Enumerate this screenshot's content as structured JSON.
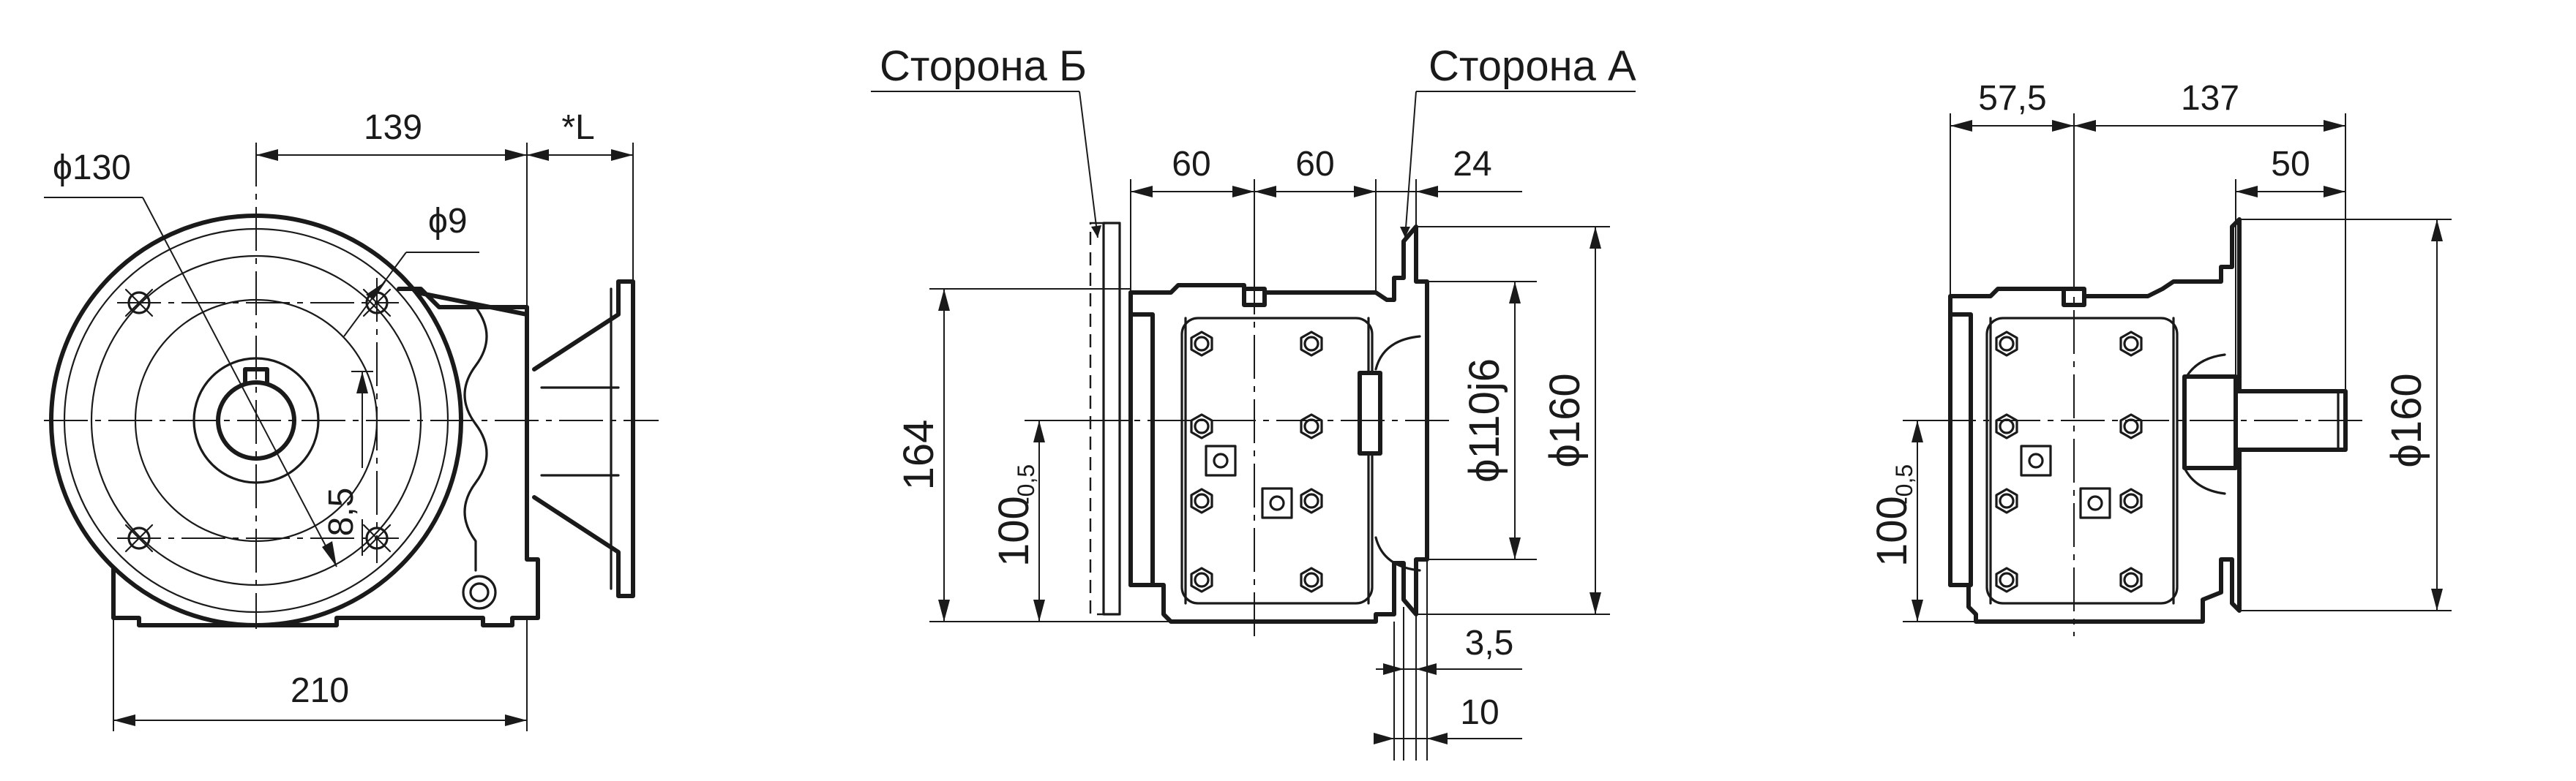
{
  "figure": {
    "front_view": {
      "dim_phi130": "ϕ130",
      "dim_139": "139",
      "dim_L": "*L",
      "dim_phi9": "ϕ9",
      "dim_8_5": "8,5",
      "dim_210": "210"
    },
    "side_view": {
      "label_side_b": "Сторона Б",
      "label_side_a": "Сторона А",
      "dim_60_left": "60",
      "dim_60_right": "60",
      "dim_24": "24",
      "dim_164": "164",
      "dim_100_main": "100",
      "dim_100_sub": "-0,5",
      "dim_phi110": "ϕ110j6",
      "dim_phi160": "ϕ160",
      "dim_3_5": "3,5",
      "dim_10": "10"
    },
    "end_view": {
      "dim_57_5": "57,5",
      "dim_137": "137",
      "dim_50": "50",
      "dim_100_main": "100",
      "dim_100_sub": "-0,5",
      "dim_phi160": "ϕ160"
    }
  }
}
